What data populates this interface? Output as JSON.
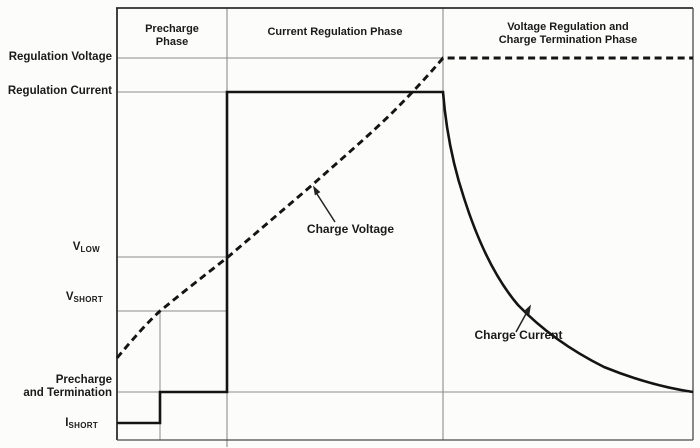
{
  "colors": {
    "background": "#fcfcfb",
    "curve": "#141414",
    "grid": "#8d8d8d",
    "border": "#2e2e2e",
    "text": "#1a1a1a"
  },
  "phase_headers": {
    "precharge": {
      "line1": "Precharge",
      "line2": "Phase"
    },
    "current_regulation": {
      "line1": "Current Regulation Phase"
    },
    "voltage_regulation": {
      "line1": "Voltage Regulation and",
      "line2": "Charge Termination Phase"
    }
  },
  "axis_labels": {
    "regulation_voltage": "Regulation Voltage",
    "regulation_current": "Regulation Current",
    "v_low_base": "V",
    "v_low_sub": "LOW",
    "v_short_base": "V",
    "v_short_sub": "SHORT",
    "precharge_line1": "Precharge",
    "precharge_line2": "and Termination",
    "i_short_base": "I",
    "i_short_sub": "SHORT"
  },
  "annotations": {
    "charge_voltage": "Charge Voltage",
    "charge_current": "Charge Current"
  },
  "chart_data": {
    "type": "line",
    "x_phases": [
      "Precharge Phase",
      "Current Regulation Phase",
      "Voltage Regulation and Charge Termination Phase"
    ],
    "y_levels_top_to_bottom": [
      "Regulation Voltage",
      "Regulation Current",
      "V_LOW",
      "V_SHORT",
      "Precharge and Termination",
      "I_SHORT"
    ],
    "series": [
      {
        "name": "Charge Voltage",
        "style": "dashed",
        "shape": "rises from below V_SHORT at start, crosses V_SHORT within Precharge Phase, reaches V_LOW at end of Precharge Phase, climbs through Current Regulation Phase, reaches Regulation Voltage at start of Voltage Regulation and Charge Termination Phase, then holds flat at Regulation Voltage"
      },
      {
        "name": "Charge Current",
        "style": "solid",
        "shape": "starts at I_SHORT, steps up to Precharge and Termination level mid Precharge Phase, steps up to Regulation Current at start of Current Regulation Phase, holds flat, then decays exponentially toward the Precharge and Termination level during Voltage Regulation and Charge Termination Phase"
      }
    ],
    "legend": "none",
    "grid": "qualitative reference lines only, no numeric ticks"
  }
}
